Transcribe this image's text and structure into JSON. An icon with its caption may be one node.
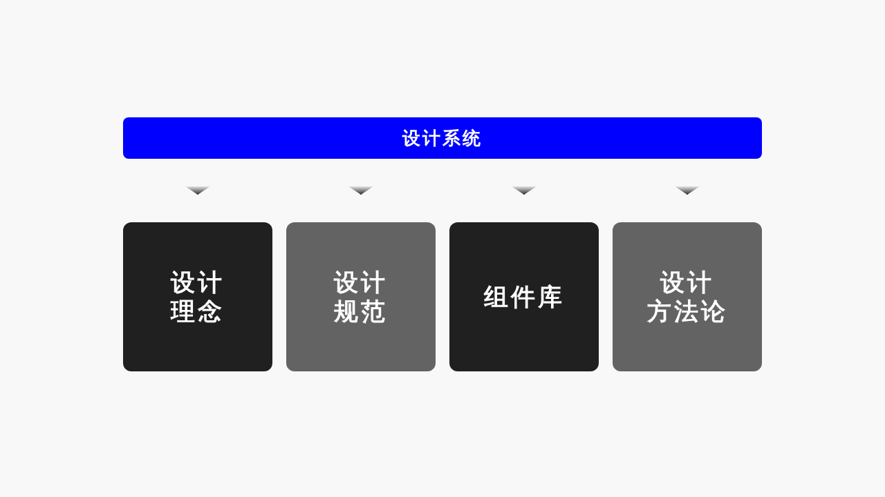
{
  "diagram": {
    "nodes": [
      {
        "text": [
          "设计系统"
        ]
      },
      {
        "text": [
          "设计",
          "理念"
        ]
      },
      {
        "text": [
          "设计",
          "规范"
        ]
      },
      {
        "text": [
          "组件库"
        ]
      },
      {
        "text": [
          "设计",
          "方法论"
        ]
      }
    ],
    "edges": [
      {
        "from": 0,
        "to": 1,
        "arrow": "to"
      },
      {
        "from": 0,
        "to": 2,
        "arrow": "to"
      },
      {
        "from": 0,
        "to": 3,
        "arrow": "to"
      },
      {
        "from": 0,
        "to": 4,
        "arrow": "to"
      }
    ]
  }
}
